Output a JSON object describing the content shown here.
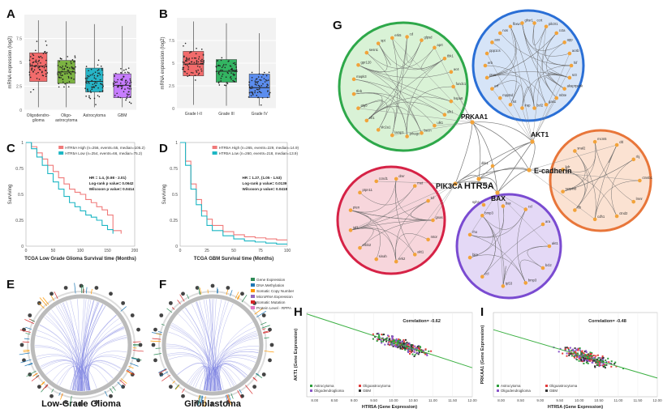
{
  "panel_letters": {
    "A": "A",
    "B": "B",
    "C": "C",
    "D": "D",
    "E": "E",
    "F": "F",
    "G": "G",
    "H": "H",
    "I": "I"
  },
  "chart_data": [
    {
      "id": "A",
      "type": "box",
      "ylabel": "mRNA expression (log2)",
      "ylim": [
        0,
        10
      ],
      "yticks": [
        0,
        2.5,
        5,
        7.5
      ],
      "categories": [
        "Oligodendro-\nglioma",
        "Oligo-\nastrocytoma",
        "Astrocytoma",
        "GBM"
      ],
      "boxes": [
        {
          "q1": 3.0,
          "median": 4.6,
          "q3": 6.0,
          "wlo": 0.3,
          "whi": 9.4,
          "color": "#f26b6b"
        },
        {
          "q1": 2.8,
          "median": 4.0,
          "q3": 5.2,
          "wlo": 0.3,
          "whi": 9.3,
          "color": "#7cb342"
        },
        {
          "q1": 1.9,
          "median": 3.0,
          "q3": 4.4,
          "wlo": 0.3,
          "whi": 9.0,
          "color": "#26b5c7"
        },
        {
          "q1": 1.3,
          "median": 2.6,
          "q3": 3.8,
          "wlo": 0.3,
          "whi": 8.8,
          "color": "#c77dff"
        }
      ]
    },
    {
      "id": "B",
      "type": "box",
      "ylabel": "mRNA expression (log2)",
      "ylim": [
        0,
        10
      ],
      "yticks": [
        0,
        2.5,
        5,
        7.5
      ],
      "categories": [
        "Grade I-II",
        "Grade III",
        "Grade IV"
      ],
      "boxes": [
        {
          "q1": 3.6,
          "median": 4.9,
          "q3": 6.3,
          "wlo": 0.4,
          "whi": 9.6,
          "color": "#f26b6b"
        },
        {
          "q1": 2.9,
          "median": 4.1,
          "q3": 5.4,
          "wlo": 0.3,
          "whi": 9.4,
          "color": "#33b562"
        },
        {
          "q1": 1.2,
          "median": 2.3,
          "q3": 3.8,
          "wlo": 0.3,
          "whi": 8.3,
          "color": "#5b8def"
        }
      ]
    },
    {
      "id": "C",
      "type": "line",
      "title": "",
      "xlabel": "TCGA Low Grade Glioma Survival time (Months)",
      "ylabel": "Surviving",
      "xlim": [
        0,
        200
      ],
      "ylim": [
        0,
        1
      ],
      "xticks": [
        0,
        50,
        100,
        150,
        200
      ],
      "yticks": [
        0,
        0.25,
        0.5,
        0.75,
        1
      ],
      "legend": [
        "HTR5A High (n=256, events=55, median=105.2)",
        "HTR5A Low (n=254, events=66, median=75.2)"
      ],
      "annotations": [
        "HR = 1.4, (0.98 - 2.01)",
        "Log-rank p value= 0.0642",
        "Wilcoxon p value= 0.0414"
      ],
      "series": [
        {
          "name": "HTR5A High",
          "color": "#f07a7a",
          "x": [
            0,
            10,
            20,
            30,
            40,
            50,
            60,
            70,
            80,
            90,
            100,
            110,
            120,
            130,
            140,
            150,
            160,
            175
          ],
          "y": [
            1,
            0.96,
            0.9,
            0.84,
            0.78,
            0.72,
            0.66,
            0.6,
            0.55,
            0.52,
            0.5,
            0.45,
            0.42,
            0.38,
            0.35,
            0.3,
            0.15,
            0.12
          ]
        },
        {
          "name": "HTR5A Low",
          "color": "#1cb6c4",
          "x": [
            0,
            10,
            20,
            30,
            40,
            50,
            60,
            70,
            80,
            90,
            100,
            110,
            120,
            130,
            140,
            150,
            160
          ],
          "y": [
            1,
            0.94,
            0.86,
            0.78,
            0.7,
            0.62,
            0.55,
            0.48,
            0.42,
            0.38,
            0.34,
            0.3,
            0.28,
            0.25,
            0.2,
            0.16,
            0.12
          ]
        }
      ]
    },
    {
      "id": "D",
      "type": "line",
      "title": "",
      "xlabel": "TCGA GBM Survival time (Months)",
      "ylabel": "Surviving",
      "xlim": [
        0,
        100
      ],
      "ylim": [
        0,
        1
      ],
      "xticks": [
        0,
        25,
        50,
        75,
        100
      ],
      "yticks": [
        0,
        0.25,
        0.5,
        0.75,
        1
      ],
      "legend": [
        "HTR5A High (n=265, events=229, median=14.9)",
        "HTR5A Low (n=260, events=218, median=13.9)"
      ],
      "annotations": [
        "HR = 1.27, (1.05 - 1.53)",
        "Log-rank p value= 0.0139",
        "Wilcoxon p value= 0.0418"
      ],
      "series": [
        {
          "name": "HTR5A High",
          "color": "#f07a7a",
          "x": [
            0,
            5,
            10,
            15,
            20,
            25,
            30,
            40,
            50,
            60,
            70,
            80,
            90,
            100
          ],
          "y": [
            1,
            0.82,
            0.6,
            0.45,
            0.34,
            0.26,
            0.2,
            0.14,
            0.11,
            0.09,
            0.08,
            0.07,
            0.06,
            0.06
          ]
        },
        {
          "name": "HTR5A Low",
          "color": "#1cb6c4",
          "x": [
            0,
            5,
            10,
            15,
            20,
            25,
            30,
            40,
            50,
            60,
            70,
            80,
            90,
            100
          ],
          "y": [
            1,
            0.78,
            0.55,
            0.4,
            0.29,
            0.2,
            0.15,
            0.1,
            0.07,
            0.05,
            0.04,
            0.03,
            0.02,
            0.02
          ]
        }
      ]
    },
    {
      "id": "H",
      "type": "scatter",
      "xlabel": "HTR5A (Gene Expression)",
      "ylabel": "AKT1 (Gene Expression)",
      "xlim": [
        7.8,
        12.0
      ],
      "ylim": [
        7.5,
        13.6
      ],
      "xticks": [
        8.0,
        8.5,
        9.0,
        9.5,
        10.0,
        10.5,
        11.0,
        11.5,
        12.0
      ],
      "annotation": "Correlation= -0.62",
      "legend": [
        "Astrocytoma",
        "Oligoastrocytoma",
        "Oligodendroglioma",
        "GBM"
      ],
      "legend_colors": [
        "#2e9e3e",
        "#e33b3b",
        "#8a55c9",
        "#333333"
      ],
      "trend": {
        "x": [
          7.8,
          12.0
        ],
        "y": [
          13.5,
          9.6
        ]
      }
    },
    {
      "id": "I",
      "type": "scatter",
      "xlabel": "HTR5A (Gene Expression)",
      "ylabel": "PRKAA1 (Gene Expression)",
      "xlim": [
        7.8,
        12.0
      ],
      "ylim": [
        7.0,
        9.7
      ],
      "xticks": [
        8.0,
        8.5,
        9.0,
        9.5,
        10.0,
        10.5,
        11.0,
        11.5,
        12.0
      ],
      "annotation": "Correlation= -0.48",
      "legend": [
        "Astrocytoma",
        "Oligoastrocytoma",
        "Oligodendroglioma",
        "GBM"
      ],
      "legend_colors": [
        "#2e9e3e",
        "#e33b3b",
        "#8a55c9",
        "#333333"
      ],
      "trend": {
        "x": [
          7.8,
          12.0
        ],
        "y": [
          9.15,
          7.6
        ]
      }
    }
  ],
  "circos": {
    "E_title": "Low-Grade Glioma",
    "F_title": "Glioblastoma",
    "legend": [
      {
        "label": "Gene Expression",
        "color": "#2e8b57"
      },
      {
        "label": "DNA Methylation",
        "color": "#1f77b4"
      },
      {
        "label": "Somatic Copy Number",
        "color": "#ff9900"
      },
      {
        "label": "MicroRNA Expression",
        "color": "#9467bd"
      },
      {
        "label": "Somatic Mutation",
        "color": "#d62728"
      },
      {
        "label": "Protein Level - RPPA",
        "color": "#e377c2"
      }
    ]
  },
  "network": {
    "hubs": {
      "prkaa1": "PRKAA1",
      "akt1": "AKT1",
      "htr5a": "HTR5A",
      "ecad": "E-cadherin",
      "pik3ca": "PIK3CA",
      "bax": "BAX"
    },
    "clusters": {
      "green": {
        "color": "#2ea84a",
        "fill": "#d9f2d6",
        "genes": [
          "fundc1",
          "hspa8",
          "ulk1",
          "ulk1",
          "becn",
          "prkagc",
          "lamp1",
          "slc2a1",
          "efl1",
          "atg5",
          "tfeb",
          "mapk3",
          "gpr120",
          "sesn1",
          "spt",
          "erk5",
          "cd",
          "glpsd",
          "aprt",
          "tbk1",
          "ac4"
        ]
      },
      "blue": {
        "color": "#2a6fd6",
        "fill": "#d6e4f7",
        "genes": [
          "hif",
          "sr3",
          "akaprpepk",
          "mbte",
          "gas1",
          "bcl2",
          "irap",
          "kit",
          "mpp5d",
          "erf",
          "pten",
          "erb",
          "ppp1cs",
          "aox",
          "nos",
          "fbxw7",
          "ghsr1",
          "ccrt",
          "pik3r1",
          "ccta",
          "app",
          "acsb"
        ]
      },
      "orange": {
        "color": "#e8763a",
        "fill": "#fbe2d2",
        "genes": [
          "ctnnb1",
          "lmnr",
          "ctnd2",
          "cdh1",
          "tfb",
          "serpinb",
          "kdr",
          "snal2",
          "mcm5",
          "cltl",
          "rhj"
        ]
      },
      "red": {
        "color": "#d62246",
        "fill": "#f7d6dc",
        "genes": [
          "gnas",
          "mtor",
          "akt1",
          "erk2",
          "sinah",
          "erbb2",
          "igf1",
          "pten",
          "ptpn11",
          "ccnd1",
          "drer",
          "met",
          "tcf"
        ]
      },
      "purple": {
        "color": "#7a4bd1",
        "fill": "#e4d9f6",
        "genes": [
          "akt1",
          "bcl2",
          "bmp3",
          "tp53",
          "ccl",
          "bim",
          "rho",
          "bmp3",
          "bax",
          "ccl",
          "ara"
        ]
      }
    },
    "bridge_genes": [
      "sph1",
      "dkk1"
    ]
  }
}
